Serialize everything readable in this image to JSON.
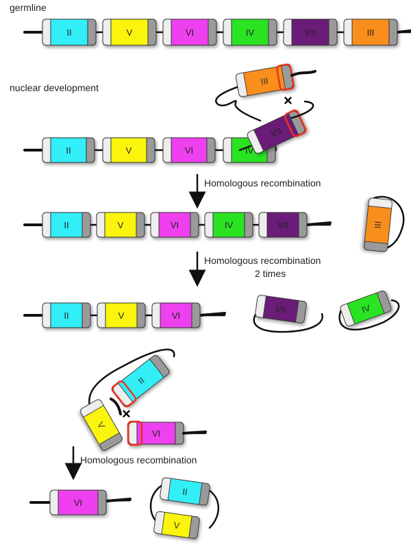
{
  "stages": {
    "germline": "germline",
    "nuclear_development": "nuclear development"
  },
  "steps": {
    "step1": "Homologous recombination",
    "step2_line1": "Homologous recombination",
    "step2_line2": "2 times",
    "step3": "Homologous recombination"
  },
  "segment_names": {
    "II": "II",
    "III": "III",
    "IV": "IV",
    "V": "V",
    "VI": "VI",
    "VII": "VII"
  },
  "germline_order": [
    "II",
    "V",
    "VI",
    "IV",
    "VII",
    "III"
  ],
  "crossover_mark": "×",
  "colors": {
    "II": "#33eef7",
    "III": "#f98e1c",
    "IV": "#29e322",
    "V": "#fbf50e",
    "VI": "#ee3fef",
    "VII": "#6a1b78",
    "cap_light": "#eeeeee",
    "cap_dark": "#9a9a9a",
    "recombination_site": "#e8301f",
    "line": "#111111"
  }
}
